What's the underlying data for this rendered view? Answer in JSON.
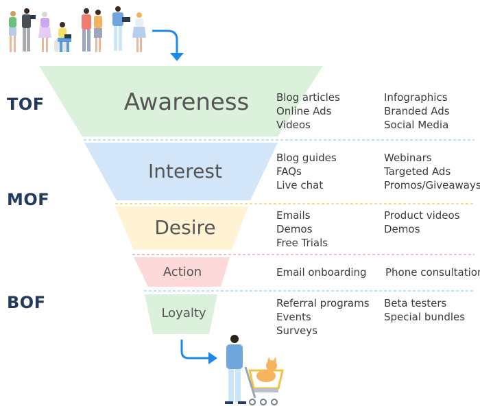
{
  "tiers": [
    {
      "id": "tof",
      "label": "TOF"
    },
    {
      "id": "mof",
      "label": "MOF"
    },
    {
      "id": "bof",
      "label": "BOF"
    }
  ],
  "stages": [
    {
      "name": "Awareness",
      "color": "#dbf1dc",
      "divider_color": "#a9d3f2",
      "col1": [
        "Blog articles",
        "Online Ads",
        "Videos"
      ],
      "col2": [
        "Infographics",
        "Branded Ads",
        "Social Media"
      ]
    },
    {
      "name": "Interest",
      "color": "#d3e5f9",
      "divider_color": "#f6d56c",
      "col1": [
        "Blog guides",
        "FAQs",
        "Live chat"
      ],
      "col2": [
        "Webinars",
        "Targeted Ads",
        "Promos/Giveaways"
      ]
    },
    {
      "name": "Desire",
      "color": "#fff3d4",
      "divider_color": "#f5a5a5",
      "col1": [
        "Emails",
        "Demos",
        "Free Trials"
      ],
      "col2": [
        "Product videos",
        "Demos"
      ]
    },
    {
      "name": "Action",
      "color": "#fdd9d9",
      "divider_color": "#a9d3f2",
      "col1": [
        "Email onboarding"
      ],
      "col2": [
        "Phone consultation"
      ]
    },
    {
      "name": "Loyalty",
      "color": "#dbf1dc",
      "divider_color": null,
      "col1": [
        "Referral programs",
        "Events",
        "Surveys"
      ],
      "col2": [
        "Beta testers",
        "Special bundles"
      ]
    }
  ],
  "colors": {
    "tier_text": "#243a5a",
    "arrow": "#1e88e5",
    "stage_text": "#555555",
    "item_text": "#3a3a3a"
  },
  "illustrations": {
    "top": "crowd-of-people-illustration",
    "bottom": "shopper-with-cart-and-cat-illustration"
  }
}
